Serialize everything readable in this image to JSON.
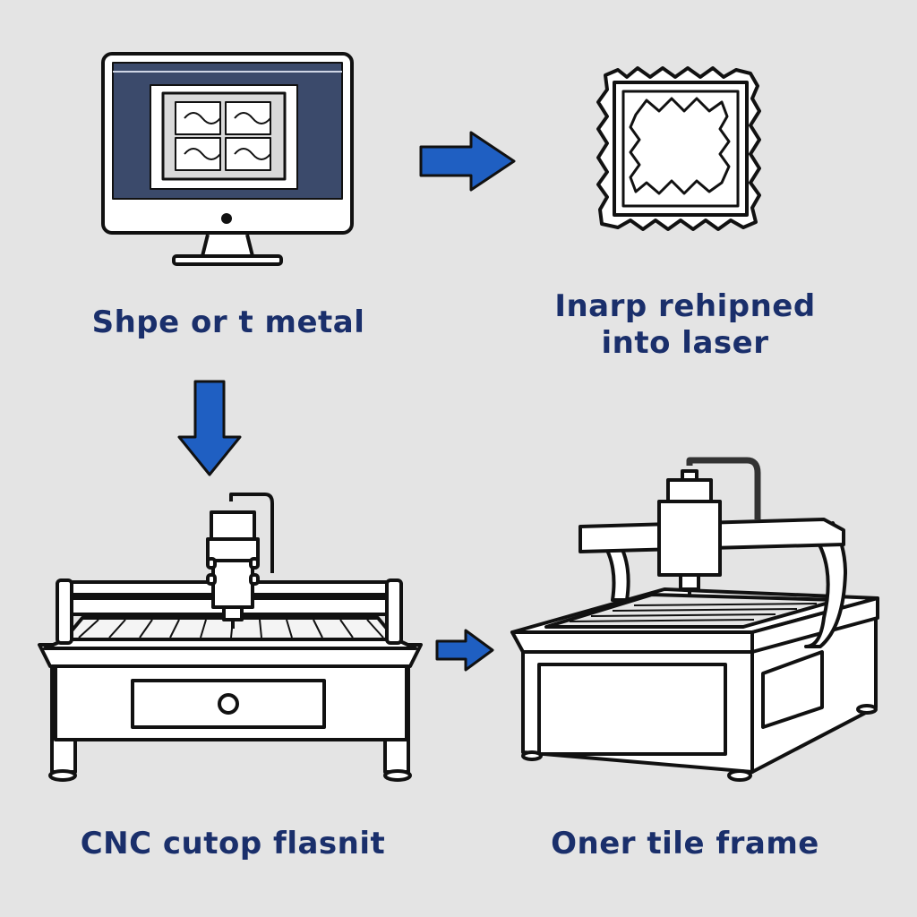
{
  "colors": {
    "background": "#e4e4e4",
    "arrow": "#1f5fc2",
    "label_text": "#1a2f6b",
    "line_art": "#111111",
    "screen": "#3b4a6b"
  },
  "icons": [
    "monitor-icon",
    "ornate-frame-icon",
    "cnc-router-icon",
    "laser-cutter-icon",
    "arrow-right-icon",
    "arrow-down-icon"
  ],
  "steps": [
    {
      "label": "Shpe or t metal"
    },
    {
      "label_line1": "Inarp rehipned",
      "label_line2": "into laser"
    },
    {
      "label": "CNC cutop flasnit"
    },
    {
      "label": "Oner tile frame"
    }
  ]
}
